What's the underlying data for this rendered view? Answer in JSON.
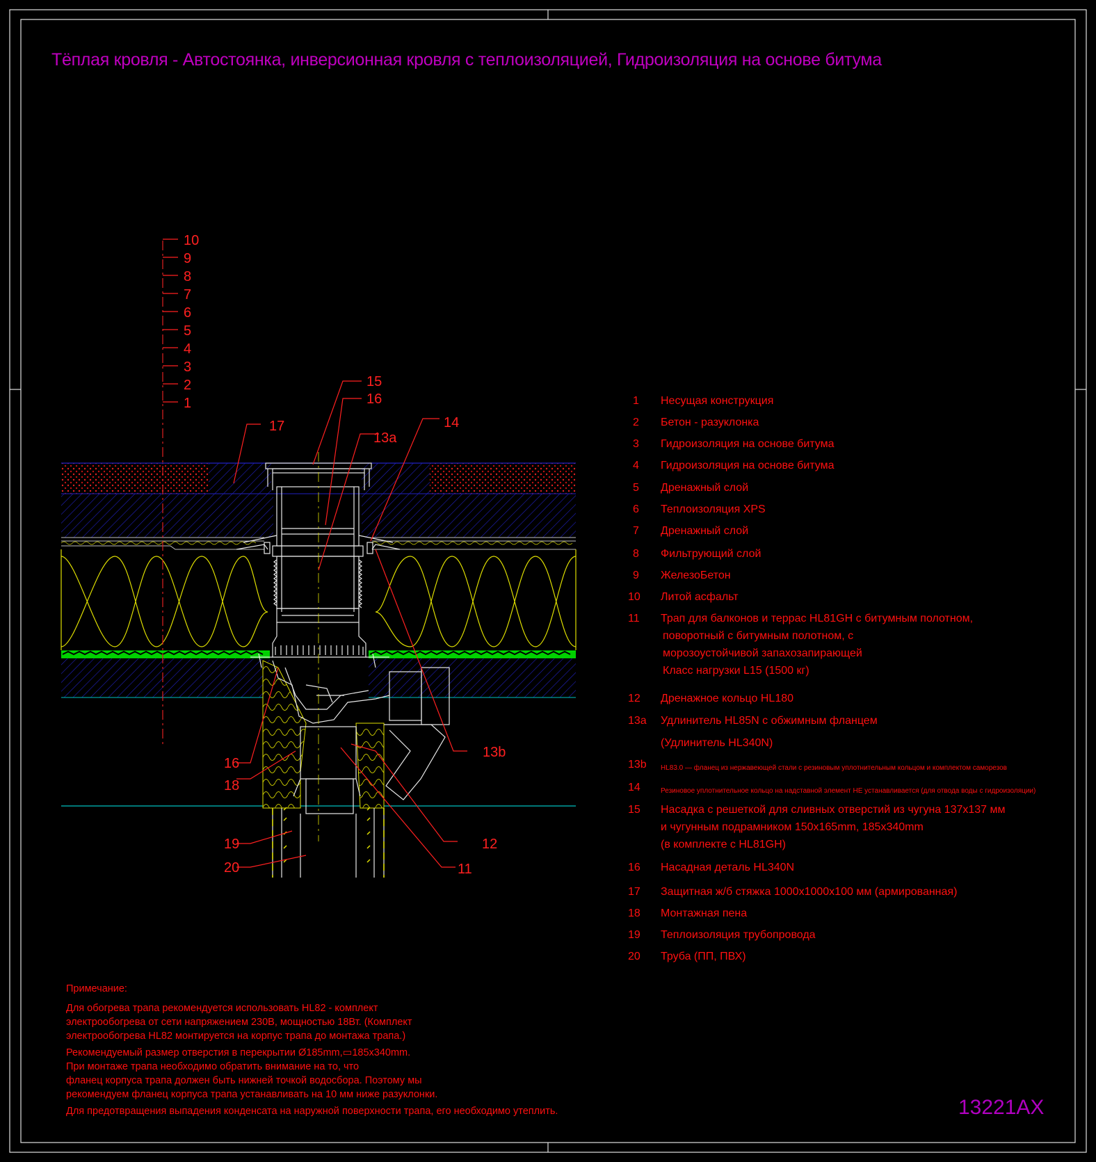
{
  "title": "Тёплая кровля - Автостоянка, инверсионная кровля с теплоизоляцией, Гидроизоляция на основе битума",
  "drawing_code": "13221AX",
  "colors": {
    "background": "#000000",
    "frame": "#e0e0e0",
    "title": "#c000c0",
    "labels": "#ff1010",
    "concrete_hatch": "#2020c0",
    "insulation": "#e0e000",
    "membrane": "#00e000",
    "levels": "#00c0c0"
  },
  "layer_scale_labels": [
    "10",
    "9",
    "8",
    "7",
    "6",
    "5",
    "4",
    "3",
    "2",
    "1"
  ],
  "callouts": {
    "c15": "15",
    "c16_top": "16",
    "c13a": "13a",
    "c14": "14",
    "c17": "17",
    "c13b": "13b",
    "c16_bottom": "16",
    "c18": "18",
    "c19": "19",
    "c20": "20",
    "c12": "12",
    "c11": "11"
  },
  "legend": [
    {
      "num": "1",
      "lines": [
        "Несущая конструкция"
      ]
    },
    {
      "num": "2",
      "lines": [
        "Бетон - разуклонка"
      ]
    },
    {
      "num": "3",
      "lines": [
        "Гидроизоляция на основе битума"
      ]
    },
    {
      "num": "4",
      "lines": [
        "Гидроизоляция на основе битума"
      ]
    },
    {
      "num": "5",
      "lines": [
        "Дренажный слой"
      ]
    },
    {
      "num": "6",
      "lines": [
        "Теплоизоляция XPS"
      ]
    },
    {
      "num": "7",
      "lines": [
        "Дренажный слой"
      ]
    },
    {
      "num": "8",
      "lines": [
        "Фильтрующий слой"
      ]
    },
    {
      "num": "9",
      "lines": [
        "ЖелезоБетон"
      ]
    },
    {
      "num": "10",
      "lines": [
        "Литой асфальт"
      ]
    },
    {
      "num": "11",
      "lines": [
        "Трап для балконов и террас HL81GH с битумным полотном,",
        "поворотный  с битумным полотном, с",
        "морозоустойчивой запахозапирающей",
        "Класс нагрузки L15 (1500 кг)"
      ]
    },
    {
      "num": "12",
      "lines": [
        "Дренажное кольцо HL180"
      ]
    },
    {
      "num": "13a",
      "lines": [
        "Удлинитель HL85N с обжимным фланцем",
        "(Удлинитель HL340N)"
      ]
    },
    {
      "num": "13b",
      "lines": [
        "HL83.0 — фланец из нержавеющей стали с резиновым уплотнительным кольцом и комплектом саморезов"
      ]
    },
    {
      "num": "14",
      "lines": [
        "Резиновое уплотнительное кольцо на надставной элемент НЕ устанавливается (для отвода воды с гидроизоляции)"
      ]
    },
    {
      "num": "15",
      "lines": [
        "Насадка с решеткой для сливных отверстий из чугуна 137x137 мм",
        "и чугунным подрамником 150x165mm,   185x340mm",
        "(в комплекте с HL81GH)"
      ]
    },
    {
      "num": "16",
      "lines": [
        "Насадная деталь HL340N"
      ]
    },
    {
      "num": "17",
      "lines": [
        "Защитная ж/б стяжка 1000x1000x100 мм (армированная)"
      ]
    },
    {
      "num": "18",
      "lines": [
        "Монтажная пена"
      ]
    },
    {
      "num": "19",
      "lines": [
        "Теплоизоляция трубопровода"
      ]
    },
    {
      "num": "20",
      "lines": [
        "Труба (ПП, ПВХ)"
      ]
    }
  ],
  "notes": {
    "heading": "Примечание:",
    "paragraphs": [
      [
        "Для обогрева трапа рекомендуется использовать HL82 - комплект",
        "электрообогрева от сети напряжением 230В, мощностью 18Вт. (Комплект",
        "электрообогрева HL82 монтируется на корпус трапа до монтажа трапа.)"
      ],
      [
        "Рекомендуемый размер отверстия в перекрытии Ø185mm,▭185x340mm.",
        "При монтаже трапа необходимо обратить внимание на то, что",
        "фланец корпуса трапа должен быть нижней точкой водосбора. Поэтому мы",
        "рекомендуем фланец корпуса трапа устанавливать на 10 мм ниже разуклонки."
      ],
      [
        "Для предотвращения выпадения конденсата на наружной поверхности трапа, его необходимо утеплить."
      ]
    ]
  }
}
